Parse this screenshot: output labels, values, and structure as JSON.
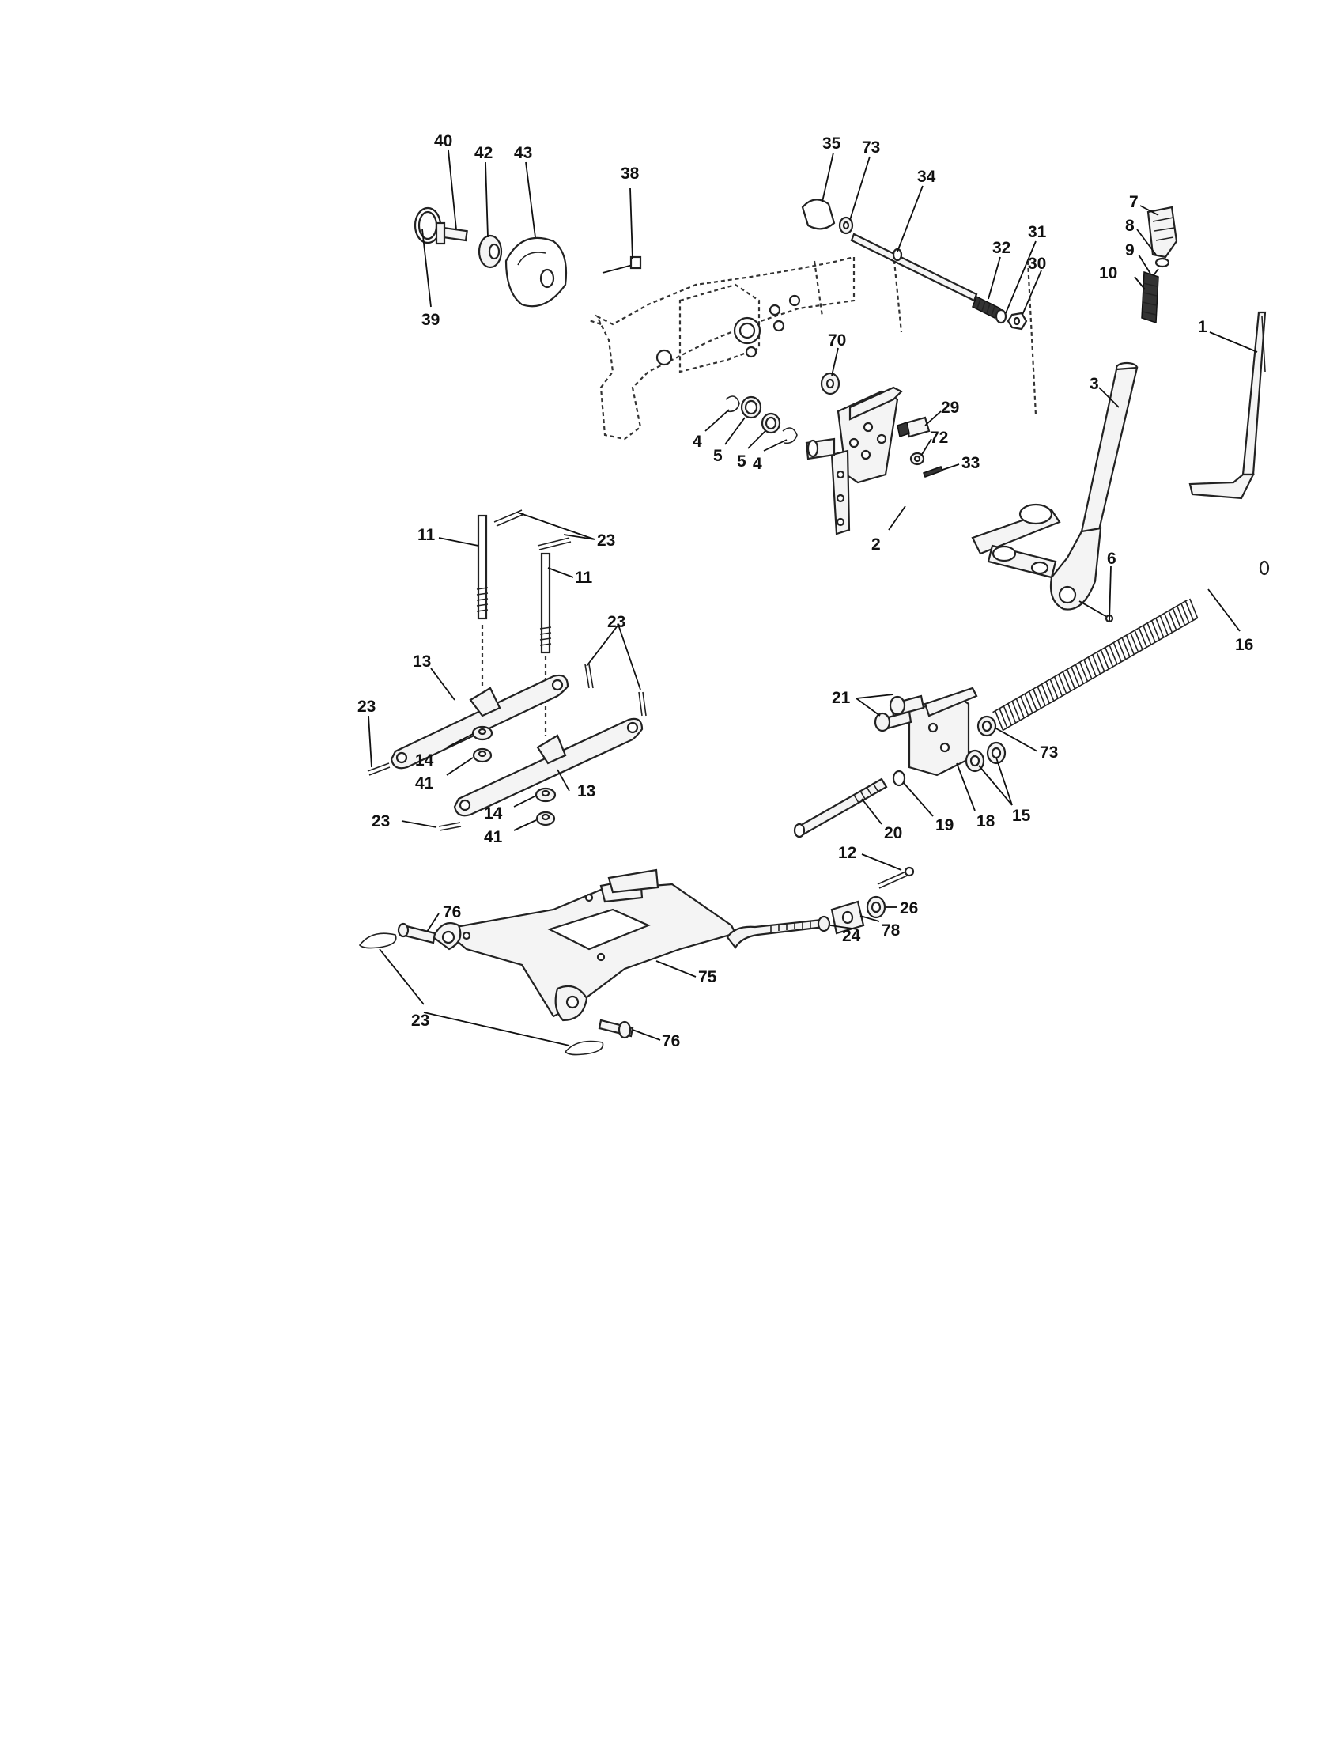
{
  "callouts": [
    {
      "id": "c40",
      "text": "40"
    },
    {
      "id": "c42",
      "text": "42"
    },
    {
      "id": "c43",
      "text": "43"
    },
    {
      "id": "c38",
      "text": "38"
    },
    {
      "id": "c39",
      "text": "39"
    },
    {
      "id": "c35",
      "text": "35"
    },
    {
      "id": "c73a",
      "text": "73"
    },
    {
      "id": "c34",
      "text": "34"
    },
    {
      "id": "c32",
      "text": "32"
    },
    {
      "id": "c31",
      "text": "31"
    },
    {
      "id": "c30",
      "text": "30"
    },
    {
      "id": "c7",
      "text": "7"
    },
    {
      "id": "c8",
      "text": "8"
    },
    {
      "id": "c9",
      "text": "9"
    },
    {
      "id": "c10",
      "text": "10"
    },
    {
      "id": "c1",
      "text": "1"
    },
    {
      "id": "c3",
      "text": "3"
    },
    {
      "id": "c70",
      "text": "70"
    },
    {
      "id": "c29",
      "text": "29"
    },
    {
      "id": "c72",
      "text": "72"
    },
    {
      "id": "c33",
      "text": "33"
    },
    {
      "id": "c4a",
      "text": "4"
    },
    {
      "id": "c5a",
      "text": "5"
    },
    {
      "id": "c5b",
      "text": "5"
    },
    {
      "id": "c4b",
      "text": "4"
    },
    {
      "id": "c2",
      "text": "2"
    },
    {
      "id": "c6",
      "text": "6"
    },
    {
      "id": "c16",
      "text": "16"
    },
    {
      "id": "c11a",
      "text": "11"
    },
    {
      "id": "c23a",
      "text": "23"
    },
    {
      "id": "c11b",
      "text": "11"
    },
    {
      "id": "c23b",
      "text": "23"
    },
    {
      "id": "c13a",
      "text": "13"
    },
    {
      "id": "c23c",
      "text": "23"
    },
    {
      "id": "c14a",
      "text": "14"
    },
    {
      "id": "c41a",
      "text": "41"
    },
    {
      "id": "c13b",
      "text": "13"
    },
    {
      "id": "c23d",
      "text": "23"
    },
    {
      "id": "c14b",
      "text": "14"
    },
    {
      "id": "c41b",
      "text": "41"
    },
    {
      "id": "c21",
      "text": "21"
    },
    {
      "id": "c73b",
      "text": "73"
    },
    {
      "id": "c15",
      "text": "15"
    },
    {
      "id": "c20",
      "text": "20"
    },
    {
      "id": "c19",
      "text": "19"
    },
    {
      "id": "c18",
      "text": "18"
    },
    {
      "id": "c12",
      "text": "12"
    },
    {
      "id": "c26",
      "text": "26"
    },
    {
      "id": "c24",
      "text": "24"
    },
    {
      "id": "c78",
      "text": "78"
    },
    {
      "id": "c76a",
      "text": "76"
    },
    {
      "id": "c75",
      "text": "75"
    },
    {
      "id": "c23e",
      "text": "23"
    },
    {
      "id": "c76b",
      "text": "76"
    }
  ]
}
